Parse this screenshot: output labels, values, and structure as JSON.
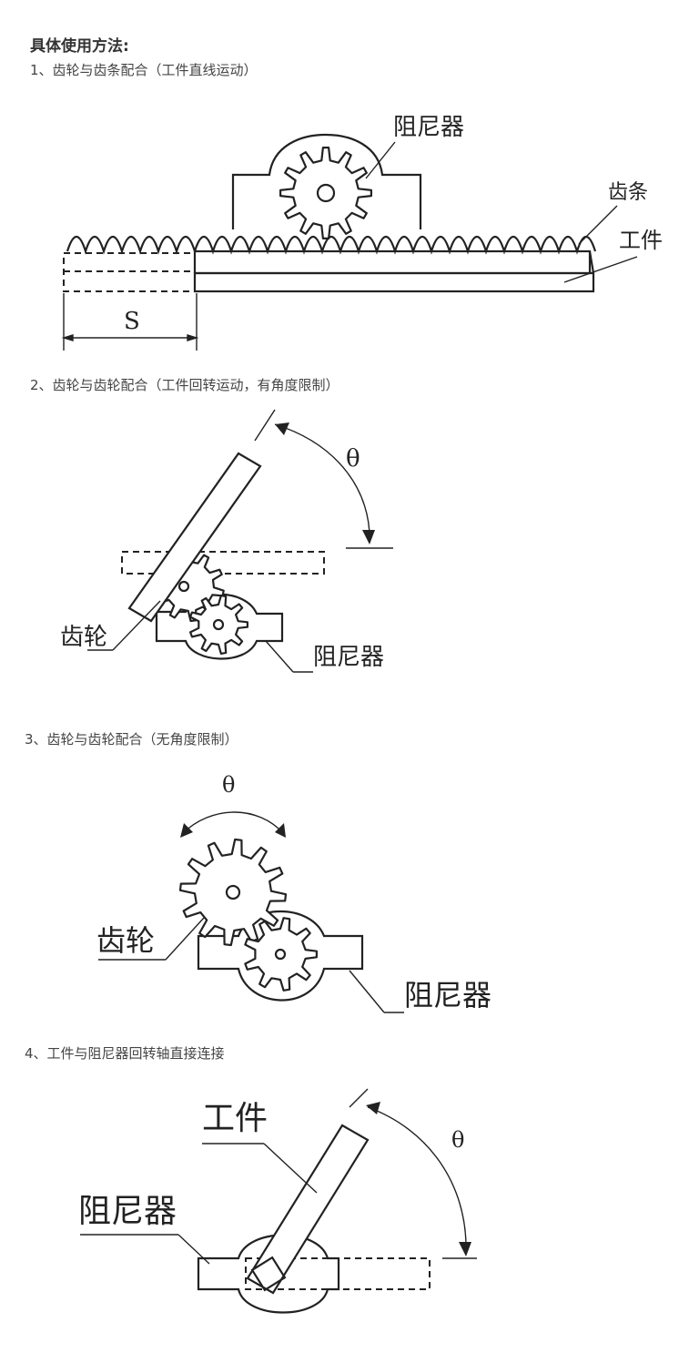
{
  "page": {
    "heading": "具体使用方法:"
  },
  "sections": [
    {
      "title": "1、齿轮与齿条配合（工件直线运动）",
      "labels": {
        "damper": "阻尼器",
        "rack": "齿条",
        "workpiece": "工件",
        "stroke": "S"
      }
    },
    {
      "title": "2、齿轮与齿轮配合（工件回转运动，有角度限制）",
      "labels": {
        "gear": "齿轮",
        "damper": "阻尼器",
        "angle": "θ"
      }
    },
    {
      "title": "3、齿轮与齿轮配合（无角度限制）",
      "labels": {
        "gear": "齿轮",
        "damper": "阻尼器",
        "angle": "θ"
      }
    },
    {
      "title": "4、工件与阻尼器回转轴直接连接",
      "labels": {
        "workpiece": "工件",
        "damper": "阻尼器",
        "angle": "θ"
      }
    }
  ]
}
